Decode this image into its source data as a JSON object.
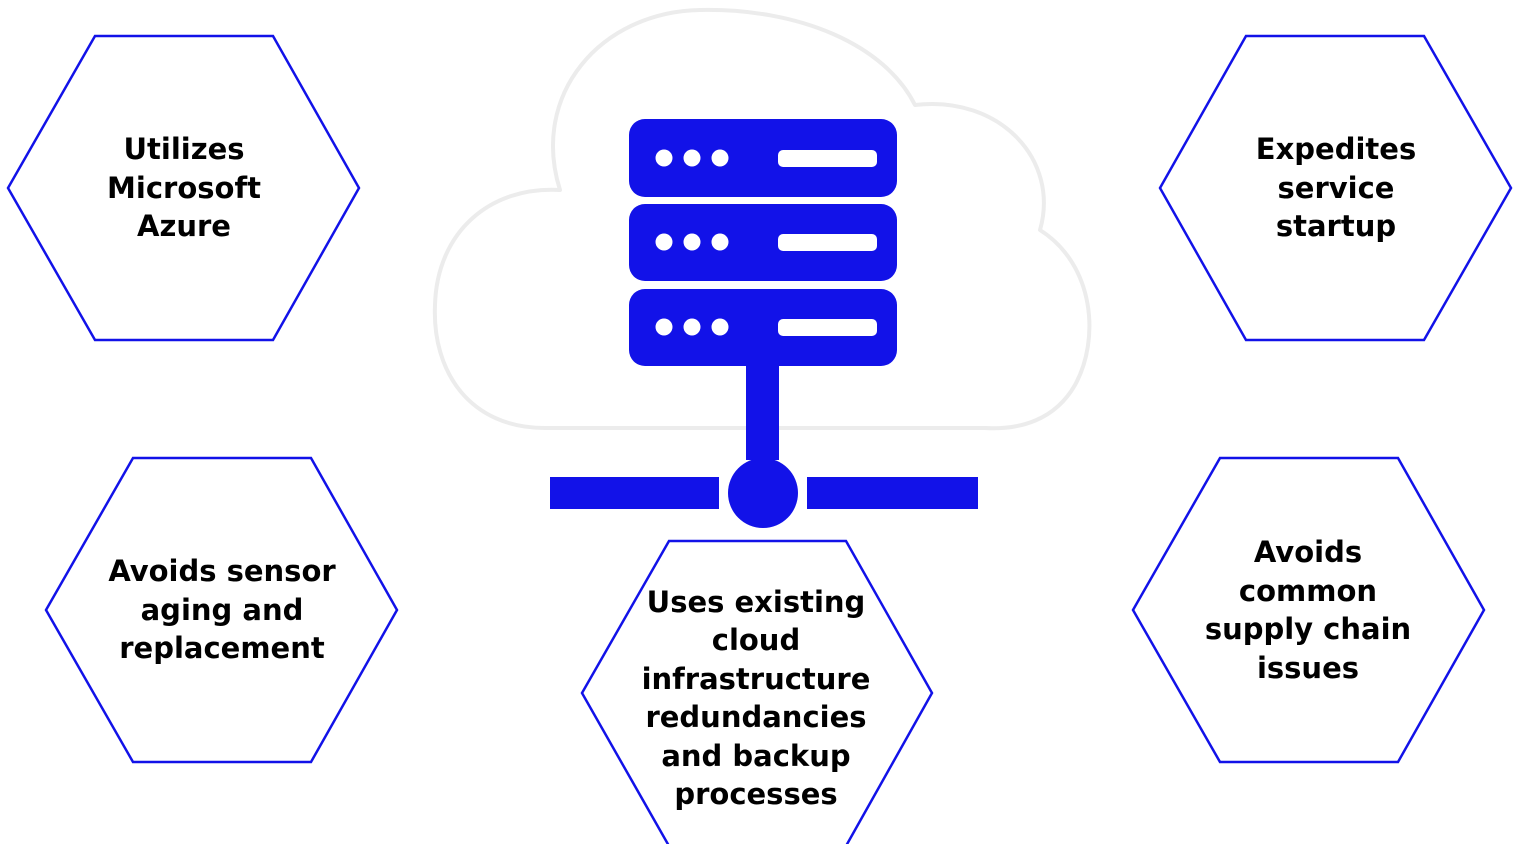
{
  "colors": {
    "accent": "#1212e8",
    "cloud_outline": "#ececec",
    "text": "#000000",
    "background": "#ffffff"
  },
  "icons": {
    "cloud": "cloud-icon",
    "server": "server-rack-icon",
    "network": "network-node-icon"
  },
  "hexagons": {
    "top_left": {
      "text": "Utilizes\nMicrosoft\nAzure"
    },
    "top_right": {
      "text": "Expedites\nservice\nstartup"
    },
    "bottom_left": {
      "text": "Avoids sensor\naging and\nreplacement"
    },
    "bottom_right": {
      "text": "Avoids\ncommon\nsupply chain\nissues"
    },
    "bottom_center": {
      "text": "Uses existing\ncloud\ninfrastructure\nredundancies\nand backup\nprocesses"
    }
  }
}
